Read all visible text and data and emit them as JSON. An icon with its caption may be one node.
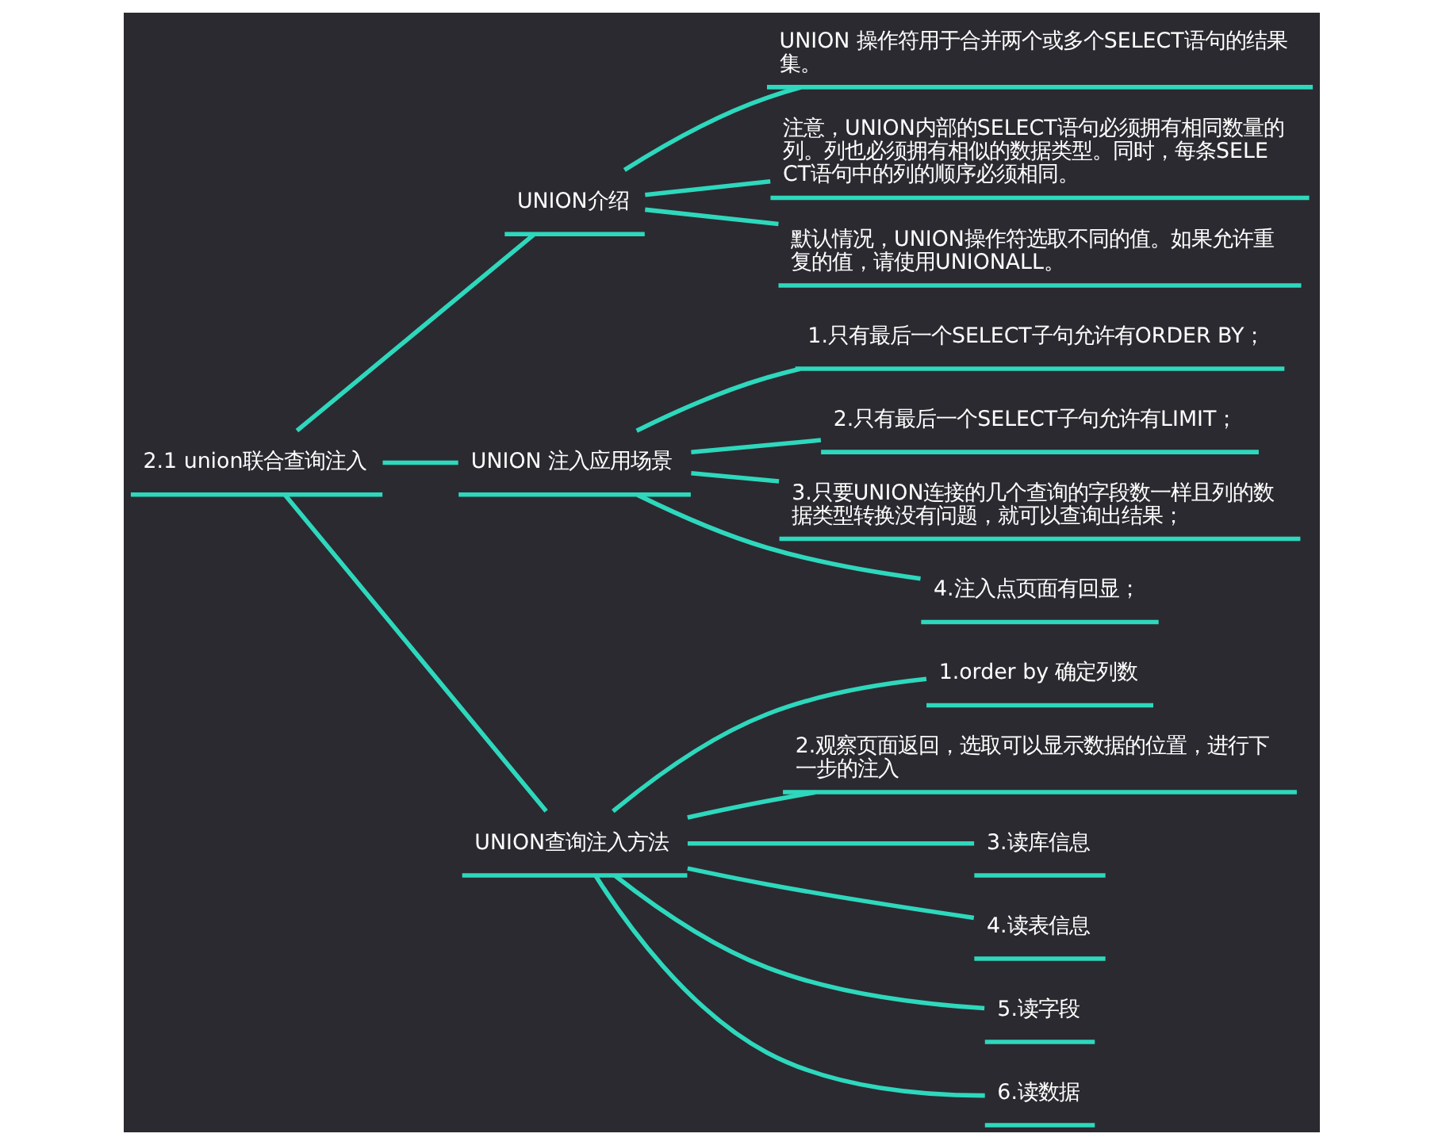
{
  "diagram": {
    "nodes": [
      {
        "text": [
          "2.1 union联合查询注入"
        ]
      },
      {
        "text": [
          "UNION介绍"
        ]
      },
      {
        "text": [
          "UNION 操作符用于合并两个或多个SELECT语句的结果集。"
        ]
      },
      {
        "text": [
          "注意，UNION内部的SELECT语句必须拥有相同数量的列。列也必须拥有相似的数据类型。同时，每条SELECT语句中的列的顺序必须相同。"
        ]
      },
      {
        "text": [
          "默认情况，UNION操作符选取不同的值。如果允许重复的值，请使用UNIONALL。"
        ]
      },
      {
        "text": [
          "UNION 注入应用场景"
        ]
      },
      {
        "text": [
          "1.只有最后一个SELECT子句允许有ORDER BY；"
        ]
      },
      {
        "text": [
          "2.只有最后一个SELECT子句允许有LIMIT；"
        ]
      },
      {
        "text": [
          "3.只要UNION连接的几个查询的字段数一样且列的数据类型转换没有问题，就可以查询出结果；"
        ]
      },
      {
        "text": [
          "4.注入点页面有回显；"
        ]
      },
      {
        "text": [
          "UNION查询注入方法"
        ]
      },
      {
        "text": [
          "1.order by 确定列数"
        ]
      },
      {
        "text": [
          "2.观察页面返回，选取可以显示数据的位置，进行下一步的注入"
        ]
      },
      {
        "text": [
          "3.读库信息"
        ]
      },
      {
        "text": [
          "4.读表信息"
        ]
      },
      {
        "text": [
          "5.读字段"
        ]
      },
      {
        "text": [
          "6.读数据"
        ]
      }
    ],
    "edges": [
      {
        "from": 0,
        "to": 1,
        "arrow": "none"
      },
      {
        "from": 1,
        "to": 2,
        "arrow": "none"
      },
      {
        "from": 1,
        "to": 3,
        "arrow": "none"
      },
      {
        "from": 1,
        "to": 4,
        "arrow": "none"
      },
      {
        "from": 0,
        "to": 5,
        "arrow": "none"
      },
      {
        "from": 5,
        "to": 6,
        "arrow": "none"
      },
      {
        "from": 5,
        "to": 7,
        "arrow": "none"
      },
      {
        "from": 5,
        "to": 8,
        "arrow": "none"
      },
      {
        "from": 5,
        "to": 9,
        "arrow": "none"
      },
      {
        "from": 0,
        "to": 10,
        "arrow": "none"
      },
      {
        "from": 10,
        "to": 11,
        "arrow": "none"
      },
      {
        "from": 10,
        "to": 12,
        "arrow": "none"
      },
      {
        "from": 10,
        "to": 13,
        "arrow": "none"
      },
      {
        "from": 10,
        "to": 14,
        "arrow": "none"
      },
      {
        "from": 10,
        "to": 15,
        "arrow": "none"
      },
      {
        "from": 10,
        "to": 16,
        "arrow": "none"
      }
    ]
  }
}
